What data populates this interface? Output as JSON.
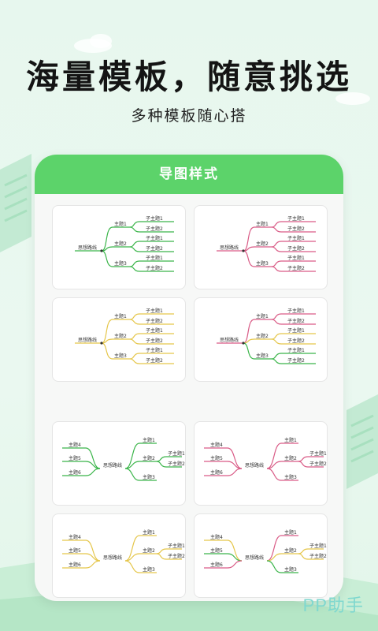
{
  "headline": "海量模板，随意挑选",
  "subtitle": "多种模板随心搭",
  "panel": {
    "title": "导图样式"
  },
  "mindmap": {
    "center": "思想路线",
    "topics": [
      "主题1",
      "主题2",
      "主题3"
    ],
    "topics_left": [
      "主题4",
      "主题5",
      "主题6"
    ],
    "subtopics": [
      "子主题1",
      "子主题2"
    ]
  },
  "colors": {
    "accent": "#5cd36a",
    "green": "#3bb54a",
    "pink": "#d95b86",
    "yellow": "#e5c64a"
  },
  "watermark": "PP助手"
}
